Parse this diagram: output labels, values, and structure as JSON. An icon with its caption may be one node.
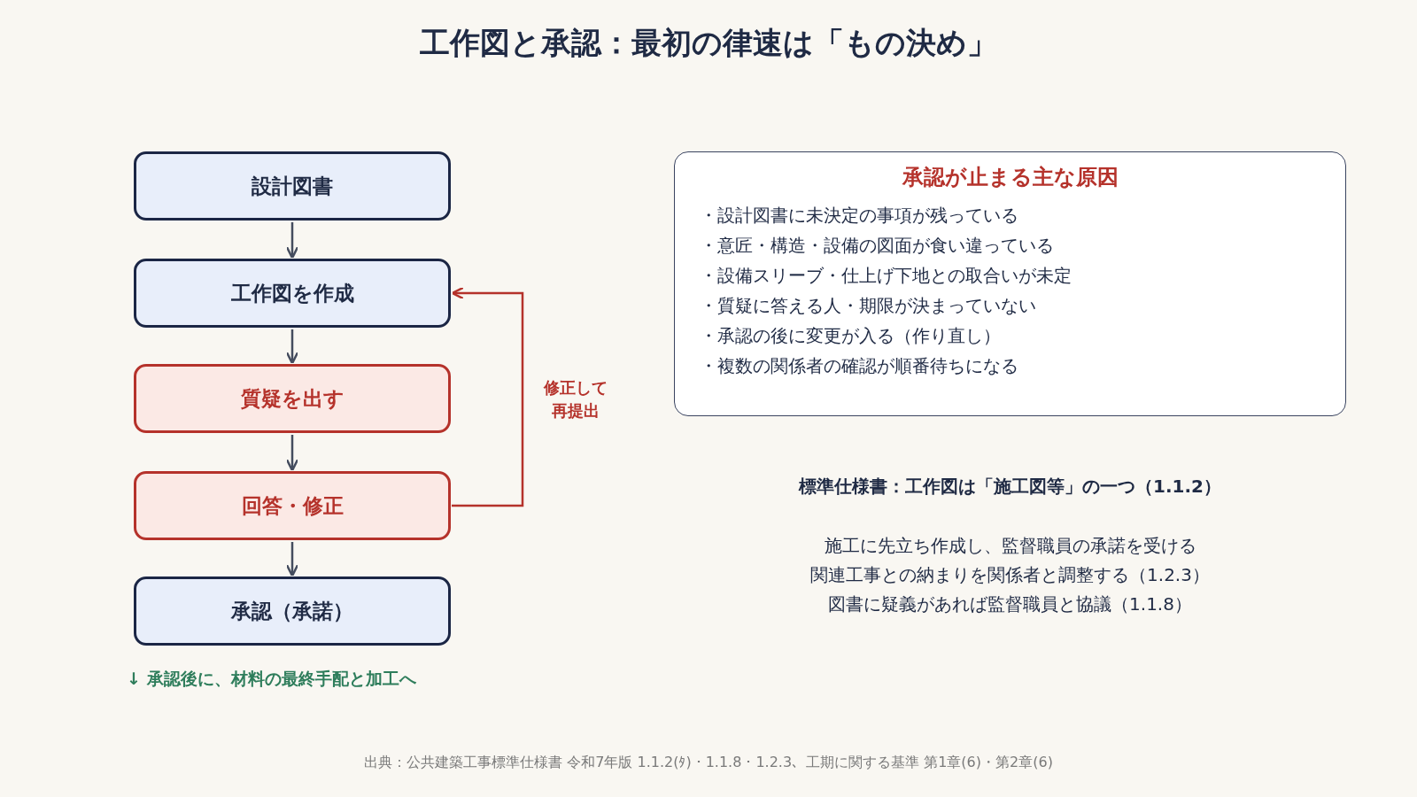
{
  "diagram": {
    "title": "工作図と承認：最初の律速は「もの決め」",
    "nodes": [
      {
        "text": [
          "設計図書"
        ]
      },
      {
        "text": [
          "工作図を作成"
        ]
      },
      {
        "text": [
          "質疑を出す"
        ]
      },
      {
        "text": [
          "回答・修正"
        ]
      },
      {
        "text": [
          "承認（承諾）"
        ]
      },
      {
        "text": [
          "承認が止まる主な原因",
          "・設計図書に未決定の事項が残っている",
          "・意匠・構造・設備の図面が食い違っている",
          "・設備スリーブ・仕上げ下地との取合いが未定",
          "・質疑に答える人・期限が決まっていない",
          "・承認の後に変更が入る（作り直し）",
          "・複数の関係者の確認が順番待ちになる"
        ]
      }
    ],
    "edges": [
      {
        "from": 0,
        "to": 1,
        "arrow": "to"
      },
      {
        "from": 1,
        "to": 2,
        "arrow": "to"
      },
      {
        "from": 2,
        "to": 3,
        "arrow": "to"
      },
      {
        "from": 3,
        "to": 4,
        "arrow": "to"
      },
      {
        "from": 3,
        "to": 1,
        "arrow": "to",
        "label": "修正して再提出",
        "color": "#b5322b"
      }
    ],
    "labels": [
      "↓ 承認後に、材料の最終手配と加工へ",
      "標準仕様書：工作図は「施工図等」の一つ（1.1.2）",
      "施工に先立ち作成し、監督職員の承諾を受ける",
      "関連工事との納まりを関係者と調整する（1.2.3）",
      "図書に疑義があれば監督職員と協議（1.1.8）",
      "出典：公共建築工事標準仕様書 令和7年版 1.1.2(ﾀ)・1.1.8・1.2.3、工期に関する基準 第1章(6)・第2章(6)"
    ]
  }
}
